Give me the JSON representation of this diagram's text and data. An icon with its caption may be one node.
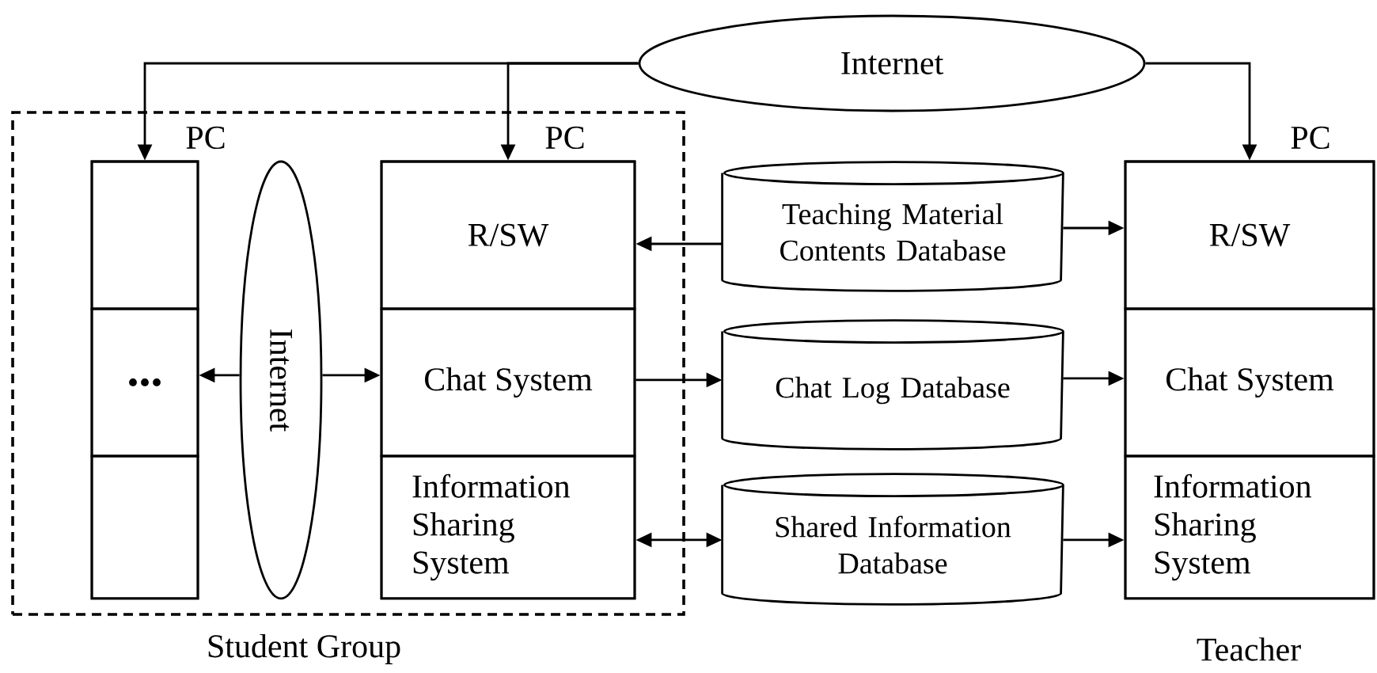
{
  "diagram": {
    "nodes": [
      {
        "text": [
          "Student Group"
        ]
      },
      {
        "text": [
          "PC"
        ],
        "in": 0
      },
      {
        "text": [],
        "shape": "box",
        "in": 1
      },
      {
        "text": [
          "..."
        ],
        "in": 1
      },
      {
        "text": [],
        "shape": "box",
        "in": 1
      },
      {
        "text": [
          "Internet"
        ],
        "in": 0
      },
      {
        "text": [
          "PC"
        ],
        "in": 0
      },
      {
        "text": [
          "R/SW"
        ],
        "in": 6
      },
      {
        "text": [
          "Chat System"
        ],
        "in": 6
      },
      {
        "text": [
          "Information Sharing System"
        ],
        "in": 6
      },
      {
        "text": [
          "Internet"
        ]
      },
      {
        "text": [
          "Teaching Material Contents Database"
        ]
      },
      {
        "text": [
          "Chat Log Database"
        ]
      },
      {
        "text": [
          "Shared Information Database"
        ]
      },
      {
        "text": [
          "PC"
        ],
        "beside": [
          "Teacher"
        ]
      },
      {
        "text": [
          "R/SW"
        ],
        "in": 14
      },
      {
        "text": [
          "Chat System"
        ],
        "in": 14
      },
      {
        "text": [
          "Information Sharing System"
        ],
        "in": 14
      }
    ],
    "edges": [
      {
        "from": 10,
        "to": 1,
        "arrow": "to"
      },
      {
        "from": 10,
        "to": 6,
        "arrow": "to"
      },
      {
        "from": 10,
        "to": 14,
        "arrow": "to"
      },
      {
        "from": 5,
        "to": 3,
        "arrow": "to"
      },
      {
        "from": 5,
        "to": 8,
        "arrow": "to"
      },
      {
        "from": 11,
        "to": 7,
        "arrow": "to"
      },
      {
        "from": 11,
        "to": 15,
        "arrow": "to"
      },
      {
        "from": 8,
        "to": 12,
        "arrow": "to"
      },
      {
        "from": 12,
        "to": 16,
        "arrow": "to"
      },
      {
        "from": 9,
        "to": 13,
        "arrow": "both"
      },
      {
        "from": 13,
        "to": 17,
        "arrow": "to"
      }
    ]
  }
}
